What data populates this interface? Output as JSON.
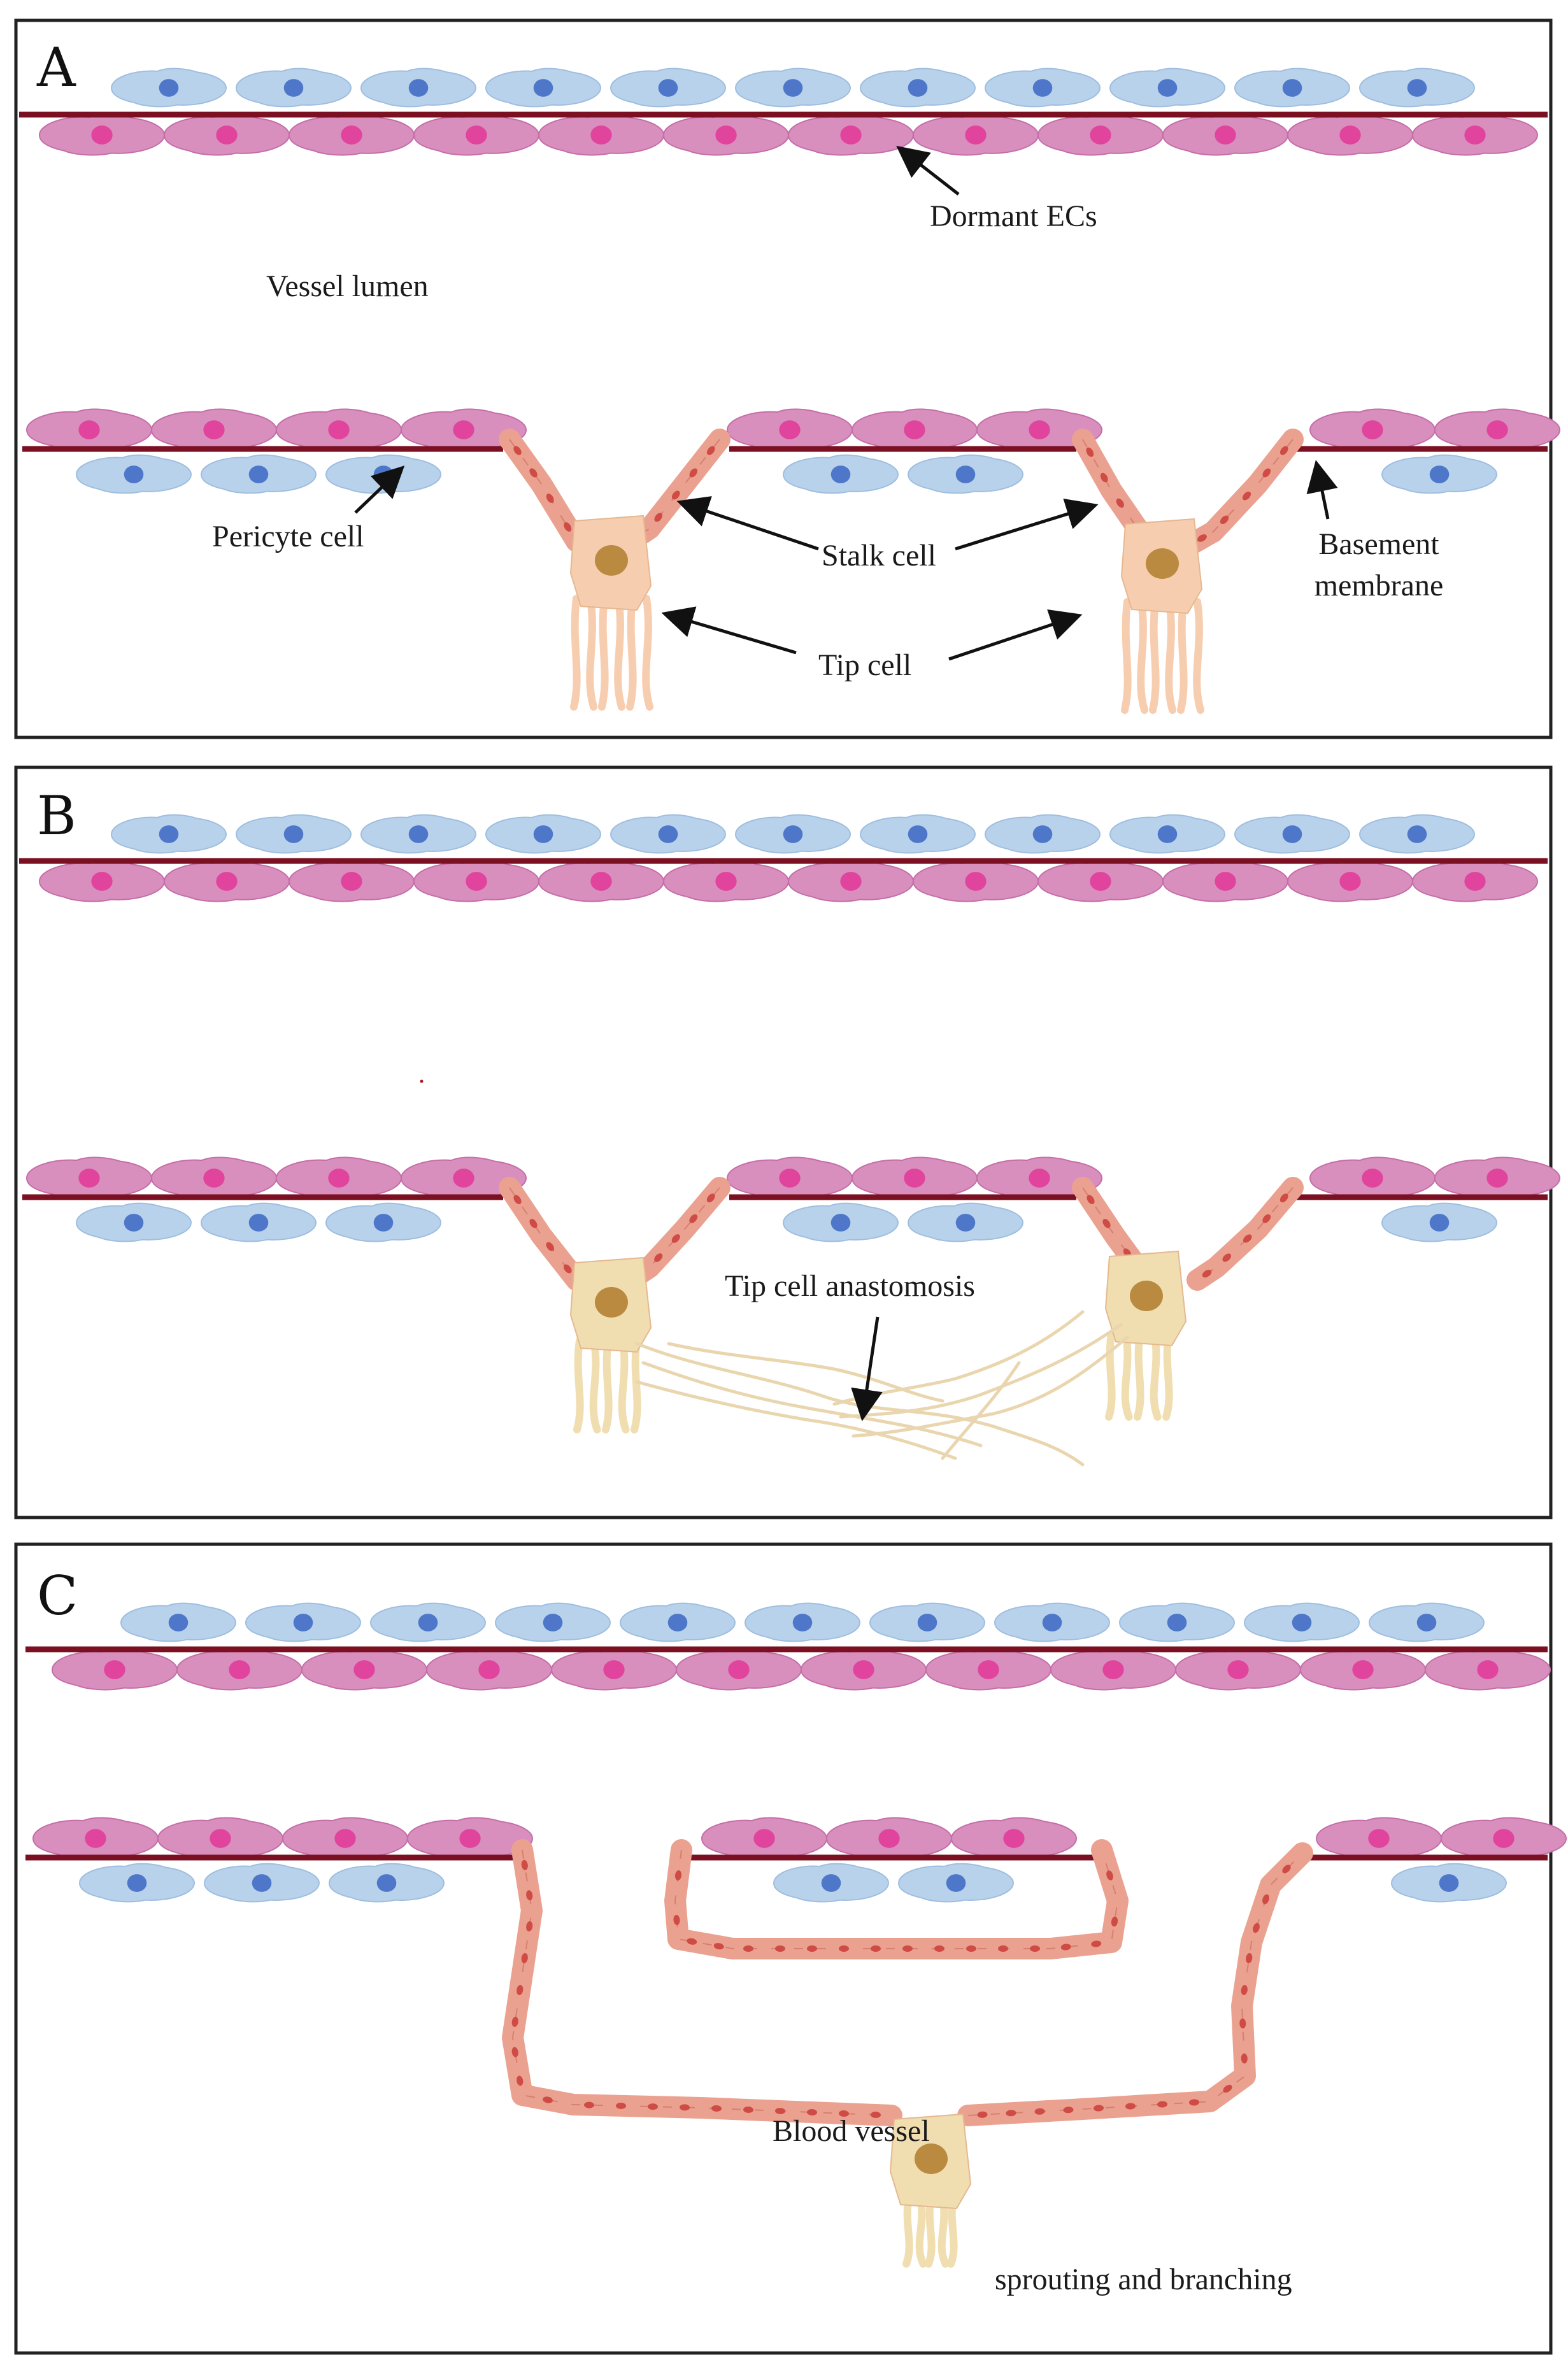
{
  "colors": {
    "endothelial": "#d98fbe",
    "endothelial_dark": "#c46ea8",
    "endothelial_nucleus": "#e0449d",
    "pericyte": "#b8d2ec",
    "pericyte_nucleus": "#4f77c9",
    "basement_membrane": "#7a1022",
    "stalk": "#eba190",
    "stalk_dark": "#d5806f",
    "stalk_nucleus": "#cf4b45",
    "tip_a": "#f7cdb0",
    "tip_bc": "#f0deb0",
    "tip_nucleus": "#b98a3f",
    "arrow": "#111111",
    "frame": "#222222"
  },
  "panels": [
    {
      "letter": "A",
      "labels": {
        "dormant": "Dormant ECs",
        "lumen": "Vessel lumen",
        "pericyte": "Pericyte cell",
        "stalk": "Stalk cell",
        "basement_1": "Basement",
        "basement_2": "membrane",
        "tip": "Tip cell"
      }
    },
    {
      "letter": "B",
      "labels": {
        "anastomosis": "Tip cell anastomosis"
      }
    },
    {
      "letter": "C",
      "labels": {
        "blood_vessel": "Blood vessel",
        "sprouting": "sprouting and branching"
      }
    }
  ]
}
